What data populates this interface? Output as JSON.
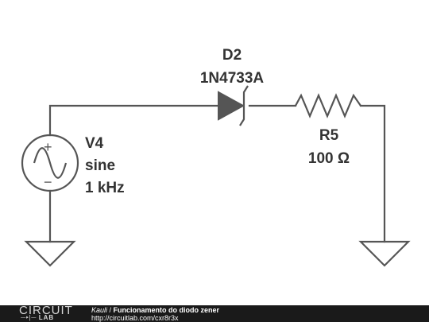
{
  "components": {
    "source": {
      "ref": "V4",
      "type": "sine",
      "freq": "1 kHz",
      "plus": "+",
      "minus": "−"
    },
    "diode": {
      "ref": "D2",
      "part": "1N4733A"
    },
    "resistor": {
      "ref": "R5",
      "value": "100 Ω"
    }
  },
  "footer": {
    "logo_top": "CIRCUIT",
    "logo_lab": "LAB",
    "author": "Kauli",
    "separator": " / ",
    "title": "Funcionamento do diodo zener",
    "url": "http://circuitlab.com/cxr8r3x"
  },
  "colors": {
    "wire": "#555555",
    "label": "#333333",
    "footer_bg": "#1a1a1a"
  }
}
